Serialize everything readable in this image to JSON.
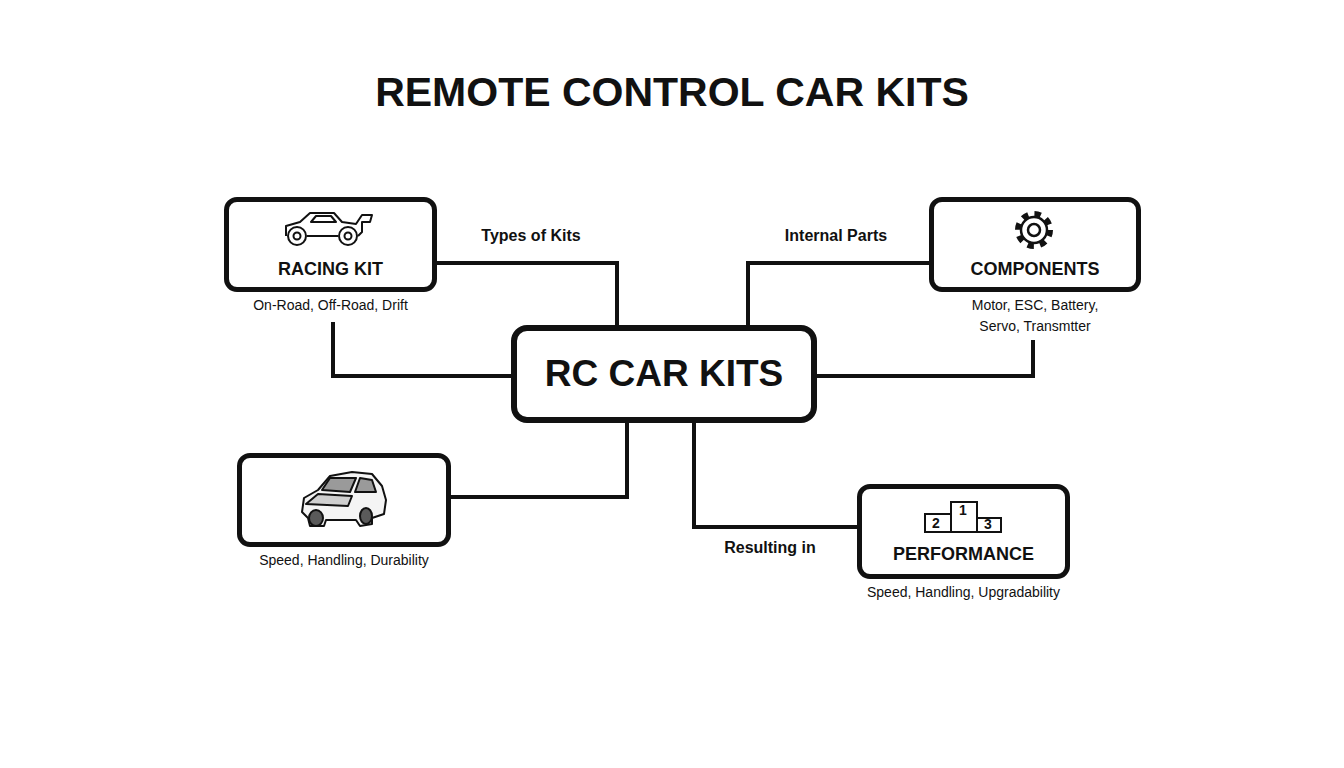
{
  "diagram": {
    "title": "REMOTE CONTROL CAR KITS",
    "nodes": [
      {
        "text": [
          "RACING KIT",
          "On-Road, Off-Road, Drift"
        ]
      },
      {
        "text": [
          "COMPONENTS",
          "Motor, ESC, Battery, Servo, Transmtter"
        ]
      },
      {
        "text": [
          "RC CAR KITS"
        ]
      },
      {
        "text": [
          "Speed, Handling, Durability"
        ]
      },
      {
        "text": [
          "PERFORMANCE",
          "Speed, Handling, Upgradability"
        ]
      }
    ],
    "edges": [
      {
        "from": 0,
        "to": 2,
        "label": "Types of Kits",
        "arrow": "none"
      },
      {
        "from": 0,
        "to": 2,
        "arrow": "none"
      },
      {
        "from": 1,
        "to": 2,
        "label": "Internal Parts",
        "arrow": "none"
      },
      {
        "from": 2,
        "to": 1,
        "arrow": "none"
      },
      {
        "from": 2,
        "to": 3,
        "arrow": "none"
      },
      {
        "from": 2,
        "to": 4,
        "label": "Resulting in",
        "arrow": "none"
      }
    ],
    "labels": [
      "2",
      "1",
      "3"
    ]
  }
}
